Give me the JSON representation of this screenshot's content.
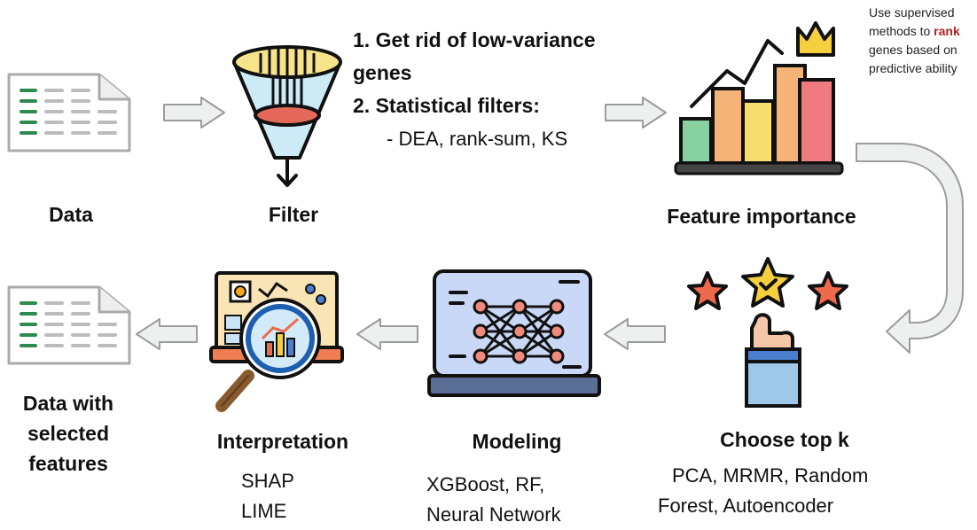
{
  "nodes": {
    "data": {
      "label": "Data"
    },
    "filter": {
      "label": "Filter",
      "steps": [
        "1. Get rid of low-variance",
        "genes",
        "2. Statistical filters:",
        "- DEA, rank-sum, KS"
      ]
    },
    "feature_importance": {
      "label": "Feature importance",
      "note_before": "Use supervised methods to",
      "note_highlight": "rank",
      "note_after": "genes based on predictive ability"
    },
    "choose_top_k": {
      "label": "Choose top k",
      "methods_line1": "PCA, MRMR, Random",
      "methods_line2": "Forest, Autoencoder"
    },
    "modeling": {
      "label": "Modeling",
      "methods_line1": "XGBoost, RF,",
      "methods_line2": "Neural Network"
    },
    "interpretation": {
      "label": "Interpretation",
      "methods_line1": "SHAP",
      "methods_line2": "LIME"
    },
    "data_selected": {
      "label_line1": "Data with",
      "label_line2": "selected",
      "label_line3": "features"
    }
  },
  "icons": [
    "spreadsheet-icon",
    "funnel-filter-icon",
    "bar-chart-crown-icon",
    "stars-thumbs-up-icon",
    "laptop-neural-network-icon",
    "magnifier-dashboard-icon",
    "spreadsheet-icon",
    "right-arrow-icon",
    "left-arrow-icon",
    "u-turn-arrow-icon"
  ],
  "colors": {
    "arrow_fill": "#eef0ef",
    "arrow_stroke": "#9a9d9b",
    "highlight_text": "#b3201f",
    "bar_green": "#88d1a1",
    "bar_orange": "#f5b378",
    "bar_yellow": "#f7de6e",
    "bar_red": "#ef7a7f",
    "star_red": "#ef6a4a",
    "star_yellow": "#f6cf3e",
    "screen_blue": "#c9d8f6"
  }
}
